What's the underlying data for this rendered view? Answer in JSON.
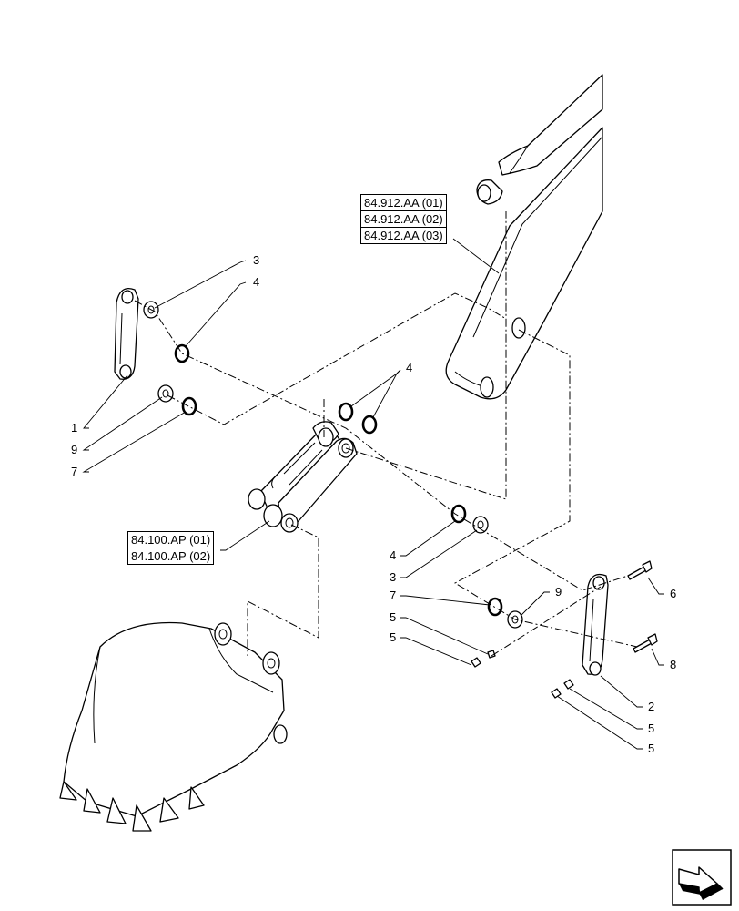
{
  "references": {
    "boom": [
      "84.912.AA (01)",
      "84.912.AA (02)",
      "84.912.AA (03)"
    ],
    "link": [
      "84.100.AP (01)",
      "84.100.AP (02)"
    ]
  },
  "callouts": {
    "c1": "1",
    "c2": "2",
    "c3a": "3",
    "c3b": "3",
    "c4a": "4",
    "c4b": "4",
    "c4c": "4",
    "c5a": "5",
    "c5b": "5",
    "c5c": "5",
    "c5d": "5",
    "c6": "6",
    "c7a": "7",
    "c7b": "7",
    "c8": "8",
    "c9a": "9",
    "c9b": "9"
  },
  "icons": {
    "navigation": "arrow-icon"
  }
}
